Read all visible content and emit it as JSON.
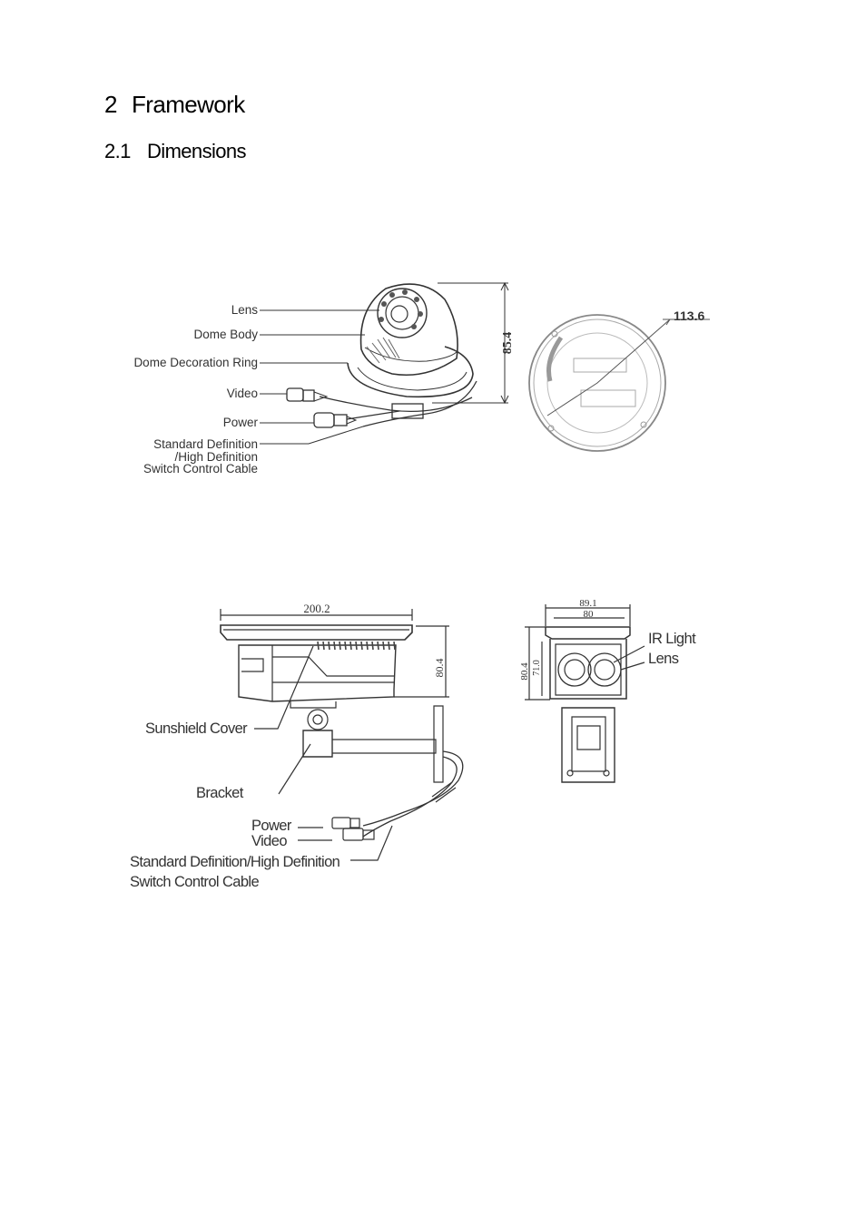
{
  "section": {
    "number": "2",
    "title": "Framework"
  },
  "subsection": {
    "number": "2.1",
    "title": "Dimensions"
  },
  "dome_figure": {
    "labels": {
      "lens": "Lens",
      "dome_body": "Dome Body",
      "decoration_ring": "Dome Decoration Ring",
      "video": "Video",
      "power": "Power",
      "switch_cable_line1": "Standard Definition",
      "switch_cable_line2": "/High Definition",
      "switch_cable_line3": "Switch Control Cable"
    },
    "height": "85.4",
    "diameter": "113.6"
  },
  "bullet_figure": {
    "labels": {
      "sunshield": "Sunshield Cover",
      "bracket": "Bracket",
      "power": "Power",
      "video": "Video",
      "switch_cable_line1": "Standard Definition/High Definition",
      "switch_cable_line2": "Switch Control Cable",
      "ir_light": "IR Light",
      "lens": "Lens"
    },
    "length": "200.2",
    "height_side": "80.4",
    "front_outer_width": "89.1",
    "front_inner_width": "80",
    "front_height": "80.4",
    "front_inner_height": "71.0"
  }
}
